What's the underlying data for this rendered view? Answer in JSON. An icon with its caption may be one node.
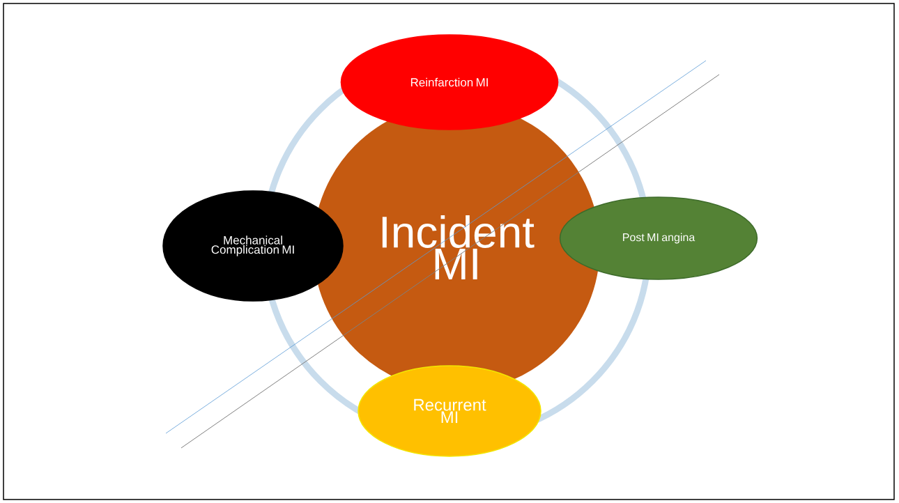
{
  "diagram": {
    "nodes": [
      {
        "text": [
          "Incident MI"
        ]
      },
      {
        "text": [
          "Reinfarction MI"
        ]
      },
      {
        "text": [
          "Mechanical Complication MI"
        ]
      },
      {
        "text": [
          "Post MI angina"
        ]
      },
      {
        "text": [
          "Recurrent MI"
        ]
      }
    ]
  }
}
